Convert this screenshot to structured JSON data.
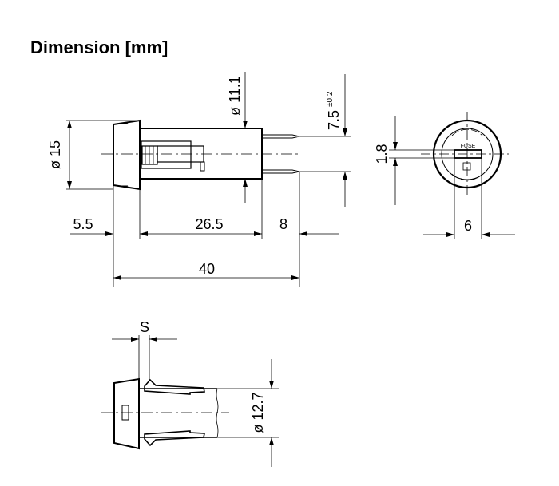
{
  "title": "Dimension [mm]",
  "side_view": {
    "diameter_bezel": "ø 15",
    "diameter_body": "ø 11.1",
    "pin_spacing": "7.5",
    "pin_spacing_tol": "±0.2",
    "bezel_length": "5.5",
    "body_length": "26.5",
    "pin_length": "8",
    "total_length": "40"
  },
  "end_view": {
    "slot_height": "1.8",
    "slot_width": "6",
    "label": "FUSE"
  },
  "mounting_view": {
    "panel_thickness": "S",
    "mount_diameter": "ø 12.7"
  }
}
